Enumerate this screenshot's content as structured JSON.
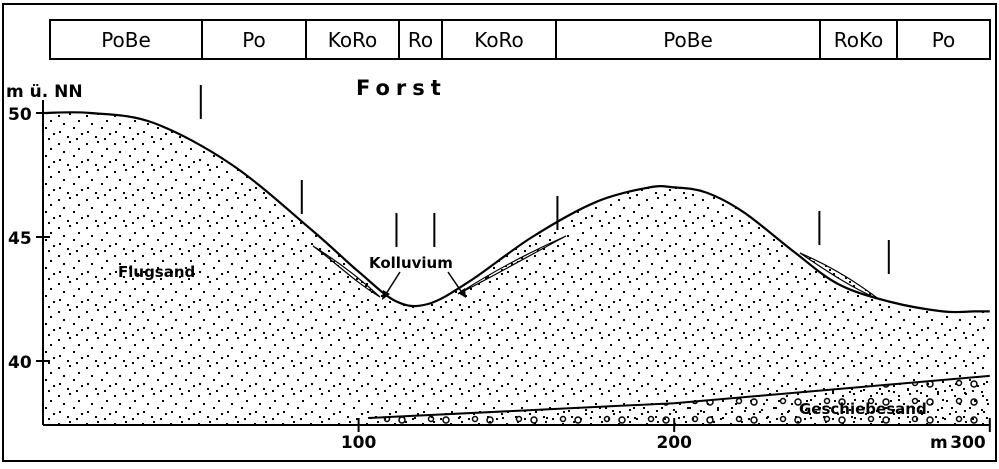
{
  "soil_units": [
    "PoBe",
    "Po",
    "KoRo",
    "Ro",
    "KoRo",
    "PoBe",
    "RoKo",
    "Po"
  ],
  "labels": {
    "unit_label": "m ü. NN",
    "title": "Forst",
    "flugsand": "Flugsand",
    "kolluvium": "Kolluvium",
    "geschiebesand": "Geschiebesand",
    "x_unit": "m"
  },
  "y_ticks": [
    "50",
    "45",
    "40"
  ],
  "x_ticks": [
    "100",
    "200",
    "300"
  ],
  "profile": {
    "distance_m": [
      0,
      15,
      35,
      60,
      85,
      100,
      112,
      122,
      135,
      155,
      175,
      192,
      200,
      210,
      222,
      238,
      252,
      268,
      285,
      295,
      300
    ],
    "elevation_m": [
      50.0,
      50.0,
      49.6,
      47.9,
      45.3,
      43.6,
      42.4,
      42.3,
      43.2,
      45.0,
      46.4,
      47.0,
      47.0,
      46.8,
      46.0,
      44.4,
      43.1,
      42.4,
      42.0,
      42.0,
      42.0
    ]
  },
  "geschiebesand_boundary": {
    "distance_m": [
      103,
      200,
      300
    ],
    "elevation_m": [
      37.7,
      38.3,
      39.4
    ]
  },
  "boundary_markers_m": [
    50,
    82,
    112,
    124,
    163,
    246,
    268
  ]
}
